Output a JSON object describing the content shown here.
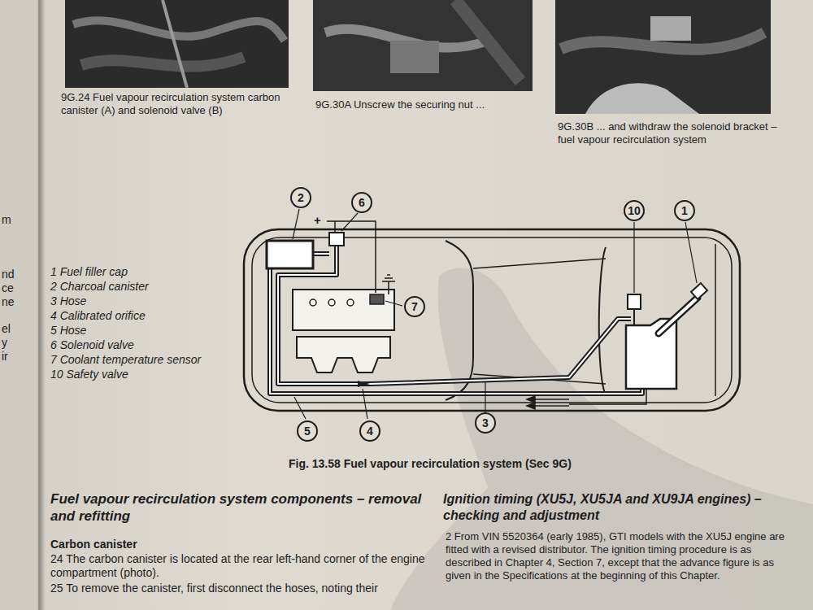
{
  "diagram": {
    "caption": "Fig. 13.58 Fuel vapour recirculation system (Sec 9G)",
    "nodes": [
      {
        "text": [
          "2"
        ]
      },
      {
        "text": [
          "6"
        ]
      },
      {
        "text": [
          "10"
        ]
      },
      {
        "text": [
          "1"
        ]
      },
      {
        "text": [
          "7"
        ]
      },
      {
        "text": [
          "5"
        ]
      },
      {
        "text": [
          "4"
        ]
      },
      {
        "text": [
          "3"
        ]
      }
    ],
    "labels": [
      "9G.24 Fuel vapour recirculation system carbon canister (A) and solenoid valve (B)",
      "9G.30A Unscrew the securing nut ...",
      "9G.30B ... and withdraw the solenoid bracket – fuel vapour recirculation system",
      "1 Fuel filler cap",
      "2 Charcoal canister",
      "3 Hose",
      "4 Calibrated orifice",
      "5 Hose",
      "6 Solenoid valve",
      "7 Coolant temperature sensor",
      "10 Safety valve",
      "+",
      "Fuel vapour recirculation system components – removal and refitting",
      "Carbon canister",
      "24 The carbon canister is located at the rear left-hand corner of the engine compartment (photo).",
      "25 To remove the canister, first disconnect the hoses, noting their",
      "Ignition timing (XU5J, XU5JA and XU9JA engines) – checking and adjustment",
      "2 From VIN 5520364 (early 1985), GTI models with the XU5J engine are fitted with a revised distributor. The ignition timing procedure is as described in Chapter 4, Section 7, except that the advance figure is as given in the Specifications at the beginning of this Chapter.",
      "m",
      "nd",
      "ce",
      "ne",
      "el",
      "y",
      "ir"
    ]
  }
}
